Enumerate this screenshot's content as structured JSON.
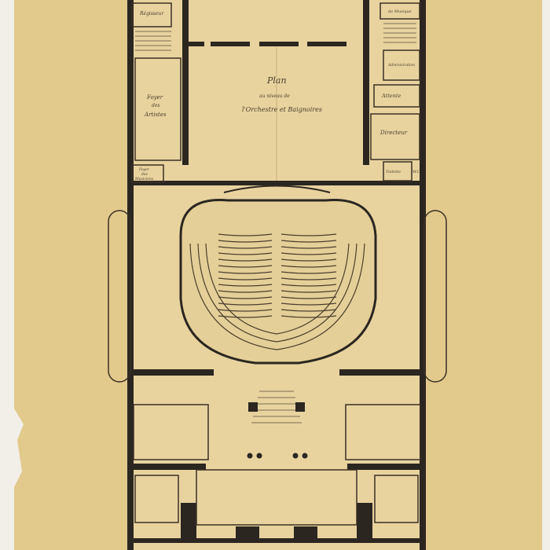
{
  "drawing": {
    "title": "Plan",
    "subtitle_line1": "au niveau de",
    "subtitle_line2": "l'Orchestre et Baignoires",
    "rooms": {
      "regisseur": "Régisseur",
      "foyer_artistes_1": "Foyer",
      "foyer_artistes_2": "des",
      "foyer_artistes_3": "Artistes",
      "foyer_musiciens_1": "Foyer",
      "foyer_musiciens_2": "des",
      "foyer_musiciens_3": "Musiciens",
      "chef_musique": "de Musique",
      "administration": "Administration",
      "attente": "Attente",
      "directeur": "Directeur",
      "toilette": "Toilette",
      "wc": "W.C."
    },
    "colors": {
      "paper": "#e2c98c",
      "ink": "#2b2620",
      "floor": "#ead4a0"
    }
  }
}
